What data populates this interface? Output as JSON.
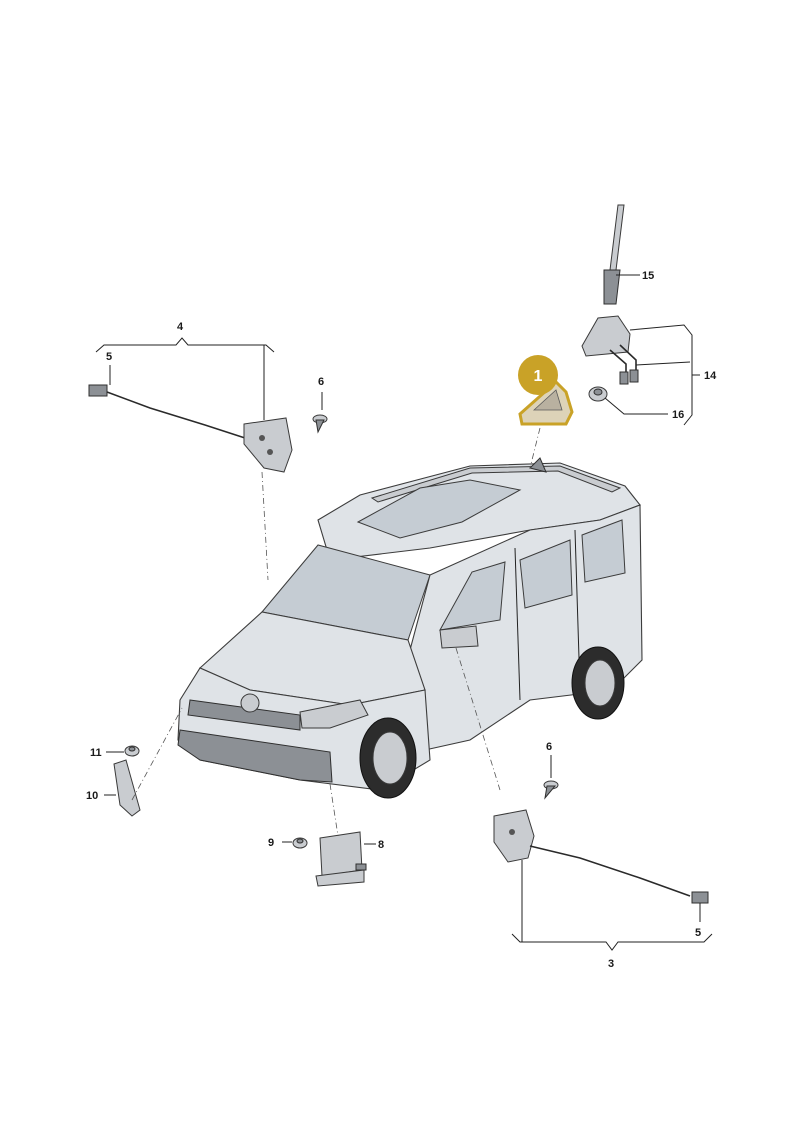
{
  "diagram": {
    "highlight": {
      "number": "1",
      "color": "#c9a227"
    },
    "callouts": {
      "c1": "1",
      "c3": "3",
      "c4": "4",
      "c5a": "5",
      "c5b": "5",
      "c6a": "6",
      "c6b": "6",
      "c8": "8",
      "c9": "9",
      "c10": "10",
      "c11": "11",
      "c14": "14",
      "c15": "15",
      "c16": "16"
    }
  }
}
